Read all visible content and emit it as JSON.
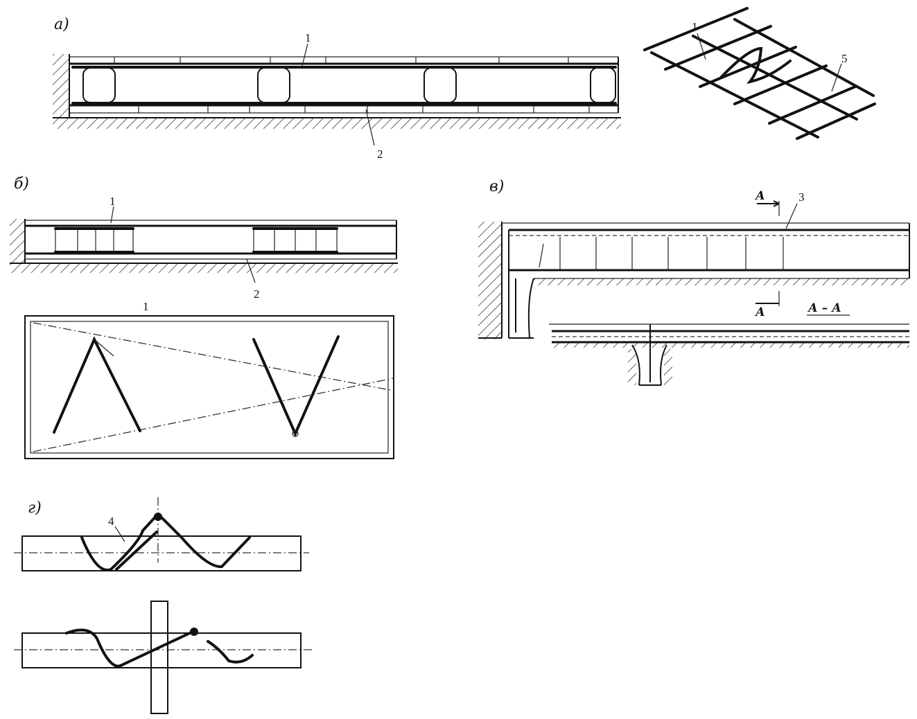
{
  "panels": {
    "a": {
      "label": "a)",
      "callouts": [
        "1",
        "2"
      ]
    },
    "mesh": {
      "callouts": [
        "1",
        "5"
      ]
    },
    "b": {
      "label": "б)",
      "callouts": [
        "1",
        "2",
        "1"
      ]
    },
    "v": {
      "label": "в)",
      "callouts": [
        "3"
      ],
      "section_marks": [
        "А",
        "А"
      ],
      "section_title": "А – А"
    },
    "g": {
      "label": "г)",
      "callouts": [
        "4"
      ]
    }
  },
  "colors": {
    "ink": "#111111",
    "paper": "#ffffff"
  }
}
